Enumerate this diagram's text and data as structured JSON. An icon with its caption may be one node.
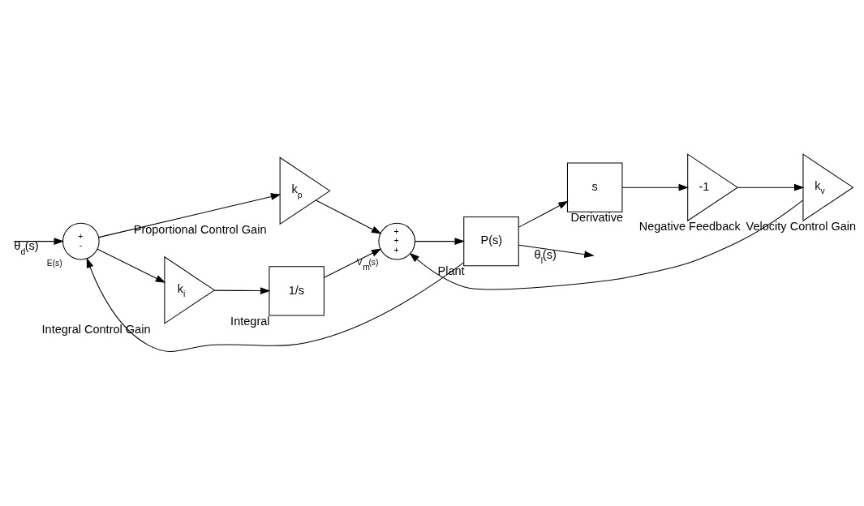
{
  "diagram": {
    "nodes": [
      {
        "text": [
          "+",
          "-"
        ],
        "beside": [
          "E(s)"
        ]
      },
      {
        "text": [
          "k$_{p}$"
        ],
        "beside": [
          "Proportional Control Gain"
        ]
      },
      {
        "text": [
          "k$_{i}$"
        ],
        "beside": [
          "Integral Control Gain"
        ]
      },
      {
        "text": [
          "1/s"
        ],
        "beside": [
          "Integral"
        ]
      },
      {
        "text": [
          "+",
          "+",
          "+"
        ],
        "beside": [
          "V$_{m}$(s)"
        ]
      },
      {
        "text": [
          "P(s)"
        ],
        "beside": [
          "Plant"
        ]
      },
      {
        "text": [
          "s"
        ],
        "beside": [
          "Derivative"
        ]
      },
      {
        "text": [
          "-1"
        ],
        "beside": [
          "Negative Feedback"
        ]
      },
      {
        "text": [
          "k$_{v}$"
        ],
        "beside": [
          "Velocity Control Gain"
        ]
      }
    ],
    "edges": [
      {
        "from": null,
        "to": 0,
        "arrow": "to",
        "label": "θ$_{d}$(s)"
      },
      {
        "from": 0,
        "to": 1,
        "arrow": "to"
      },
      {
        "from": 0,
        "to": 2,
        "arrow": "to"
      },
      {
        "from": 2,
        "to": 3,
        "arrow": "to"
      },
      {
        "from": 1,
        "to": 4,
        "arrow": "to"
      },
      {
        "from": 3,
        "to": 4,
        "arrow": "to"
      },
      {
        "from": 8,
        "to": 4,
        "arrow": "to"
      },
      {
        "from": 4,
        "to": 5,
        "arrow": "to"
      },
      {
        "from": 5,
        "to": null,
        "arrow": "to",
        "label": "θ$_{l}$(s)"
      },
      {
        "from": 5,
        "to": 0,
        "arrow": "to"
      },
      {
        "from": 5,
        "to": 6,
        "arrow": "to"
      },
      {
        "from": 6,
        "to": 7,
        "arrow": "to"
      },
      {
        "from": 7,
        "to": 8,
        "arrow": "to"
      }
    ]
  }
}
